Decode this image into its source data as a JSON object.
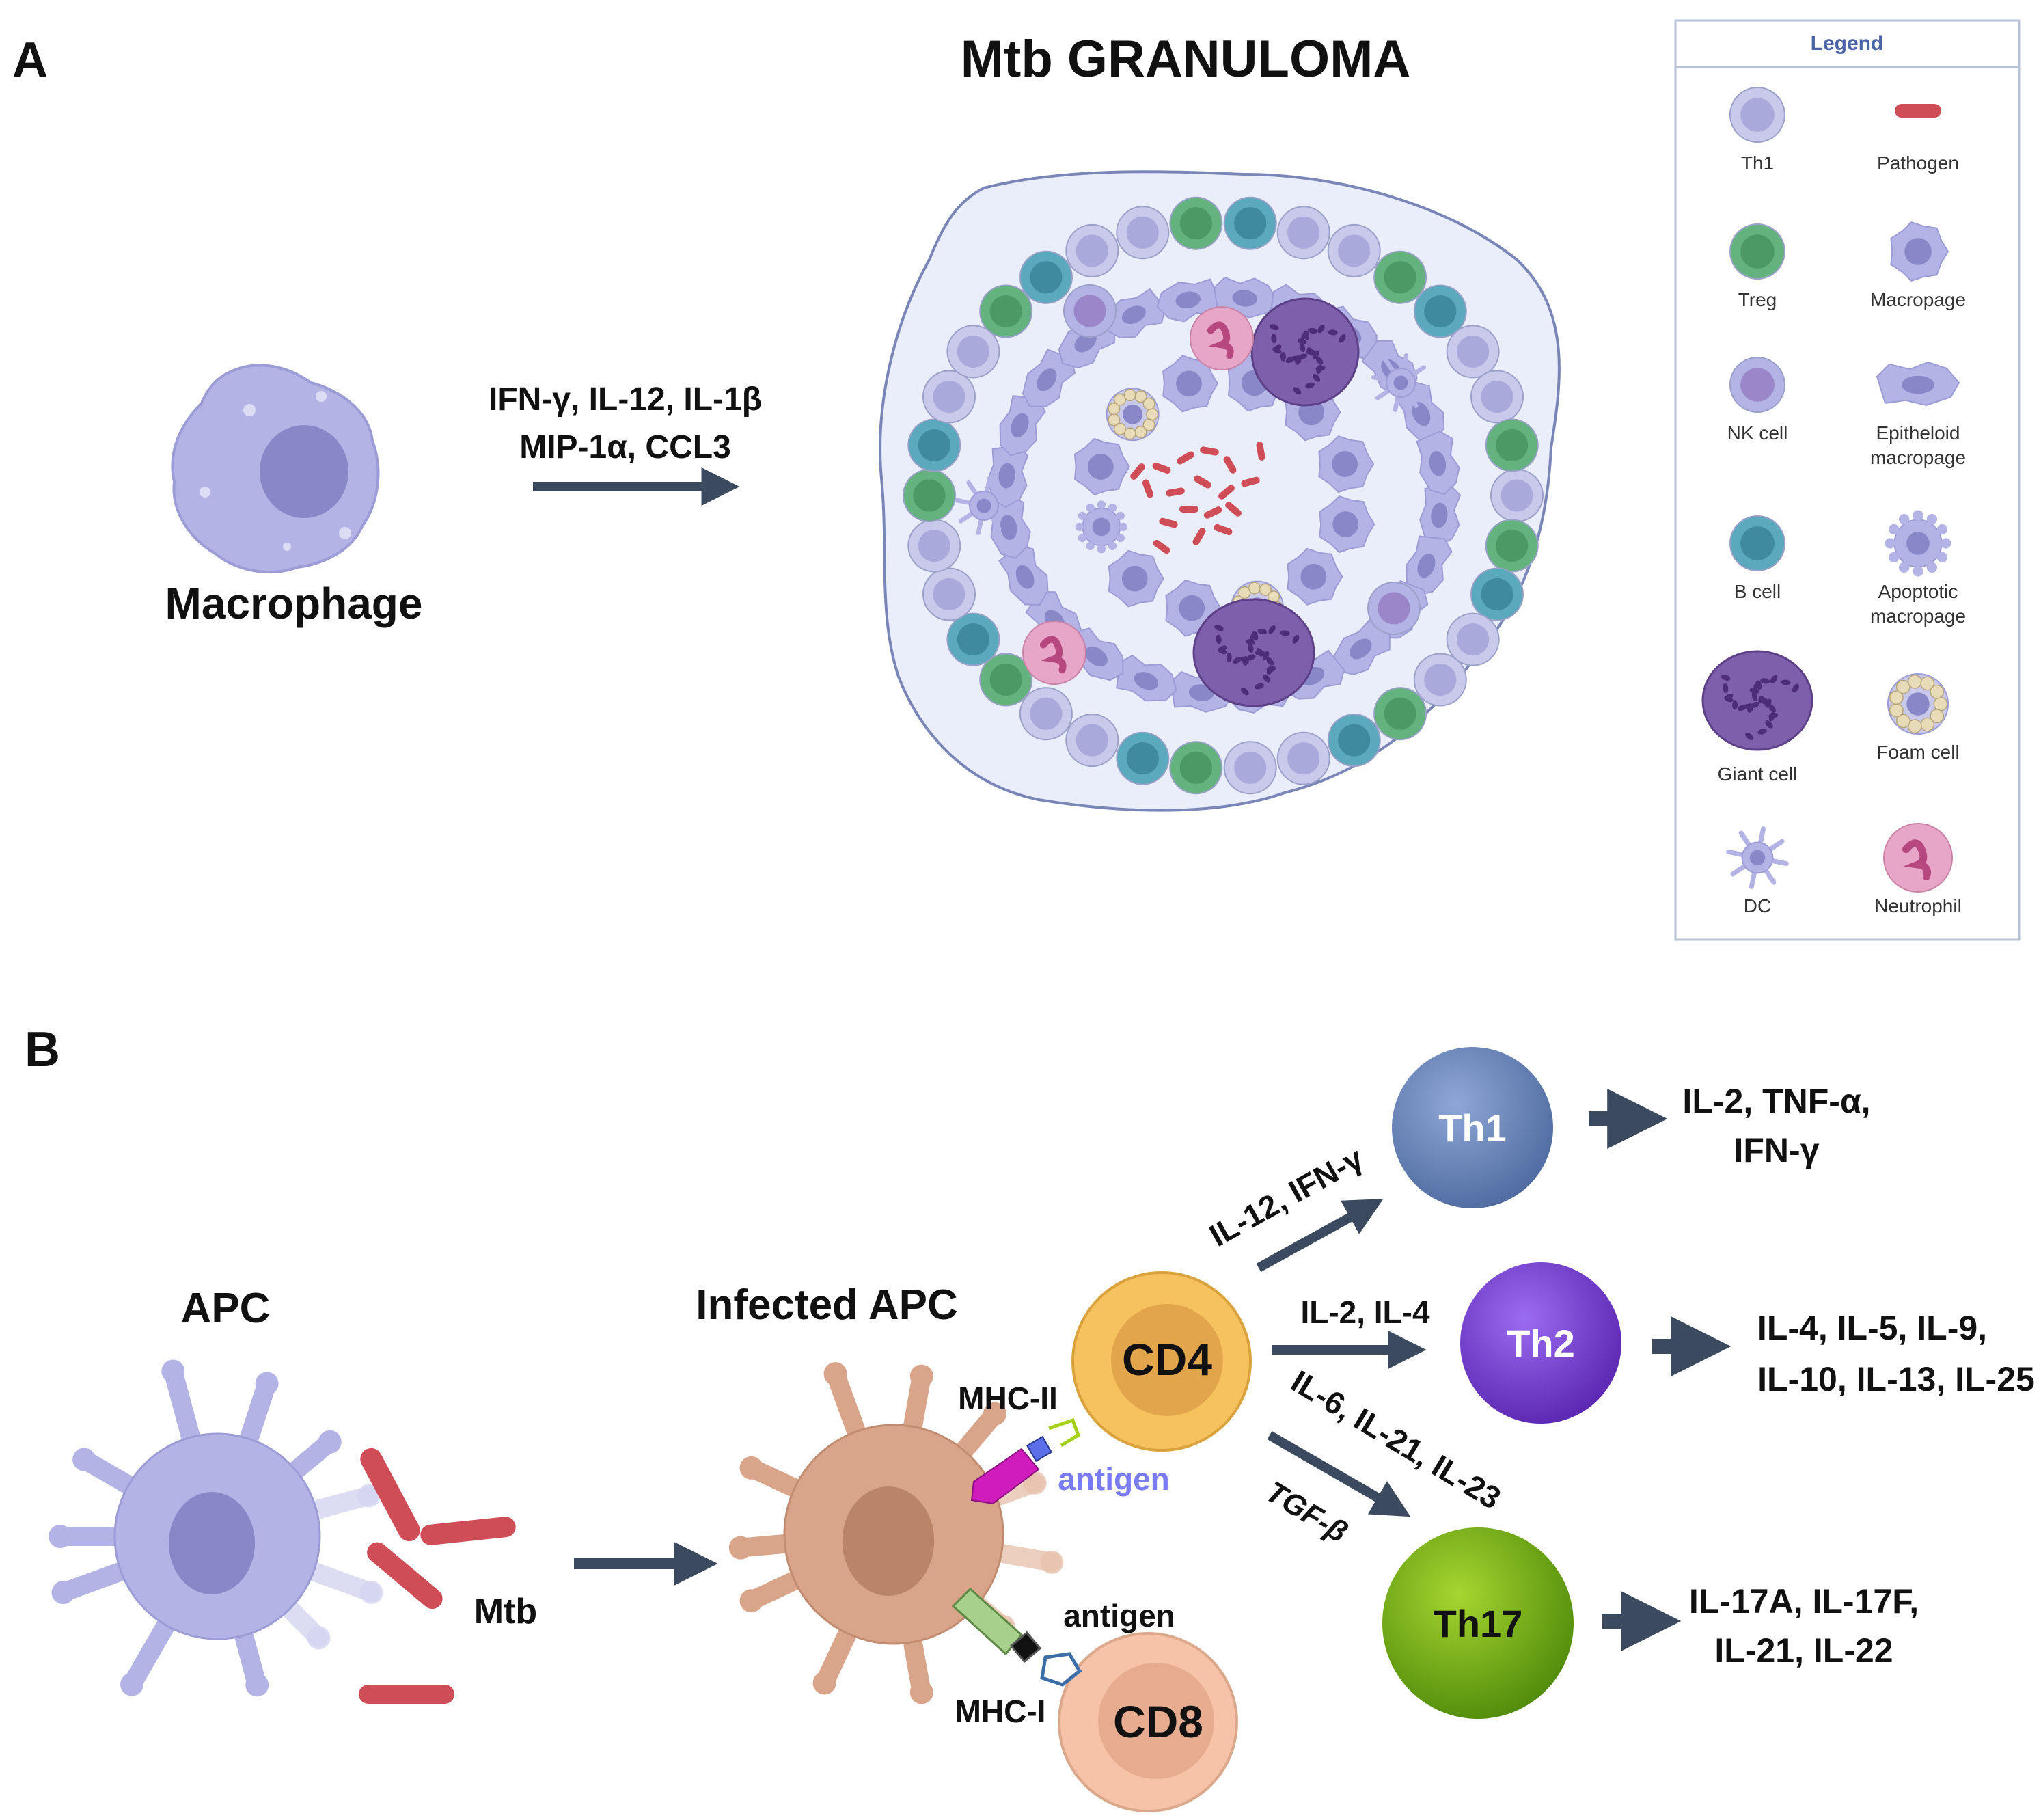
{
  "panel_a": {
    "letter": "A",
    "title": "Mtb GRANULOMA",
    "macrophage_label": "Macrophage",
    "arrow_label_1": "IFN-γ, IL-12, IL-1β",
    "arrow_label_2": "MIP-1α, CCL3"
  },
  "legend": {
    "title": "Legend",
    "items": [
      {
        "label": "Th1",
        "icon": "th1-cell-icon"
      },
      {
        "label": "Pathogen",
        "icon": "pathogen-icon"
      },
      {
        "label": "Treg",
        "icon": "treg-cell-icon"
      },
      {
        "label": "Macropage",
        "icon": "macrophage-icon"
      },
      {
        "label": "NK cell",
        "icon": "nk-cell-icon"
      },
      {
        "label": "Epitheloid macropage",
        "icon": "epithelioid-macrophage-icon"
      },
      {
        "label": "B cell",
        "icon": "b-cell-icon"
      },
      {
        "label": "Apoptotic macropage",
        "icon": "apoptotic-macrophage-icon"
      },
      {
        "label": "Giant cell",
        "icon": "giant-cell-icon"
      },
      {
        "label": "Foam cell",
        "icon": "foam-cell-icon"
      },
      {
        "label": "DC",
        "icon": "dendritic-cell-icon"
      },
      {
        "label": "Neutrophil",
        "icon": "neutrophil-icon"
      }
    ]
  },
  "panel_b": {
    "letter": "B",
    "apc_label": "APC",
    "mtb_label": "Mtb",
    "infected_label": "Infected APC",
    "mhc2_label": "MHC-II",
    "mhc1_label": "MHC-I",
    "antigen_label_1": "antigen",
    "antigen_label_2": "antigen",
    "cd4_label": "CD4",
    "cd8_label": "CD8",
    "th1_label": "Th1",
    "th2_label": "Th2",
    "th17_label": "Th17",
    "cd4_to_th1_label": "IL-12, IFN-γ",
    "cd4_to_th2_label": "IL-2, IL-4",
    "cd4_to_th17_label_1": "IL-6, IL-21, IL-23",
    "cd4_to_th17_label_2": "TGF-β",
    "th1_out_1": "IL-2, TNF-α,",
    "th1_out_2": "IFN-γ",
    "th2_out_1": "IL-4, IL-5, IL-9,",
    "th2_out_2": "IL-10, IL-13, IL-25",
    "th17_out_1": "IL-17A, IL-17F,",
    "th17_out_2": "IL-21, IL-22"
  },
  "colors": {
    "arrow": "#3b4a5e",
    "macrophage": "#b3b3e6",
    "nucleus": "#8888c8",
    "th1_cell": "#c9c9ec",
    "treg_cell": "#64b27e",
    "b_cell": "#5aa9bd",
    "neutrophil": "#e7a6c7",
    "giant_cell": "#7e5fab",
    "pathogen": "#cf4d56",
    "apc_infected": "#d9a58a",
    "cd4": "#f5c25e",
    "cd8": "#f6c3a8",
    "th1": "#6c88c1",
    "th2": "#7b3fd6",
    "th17": "#78b012"
  }
}
